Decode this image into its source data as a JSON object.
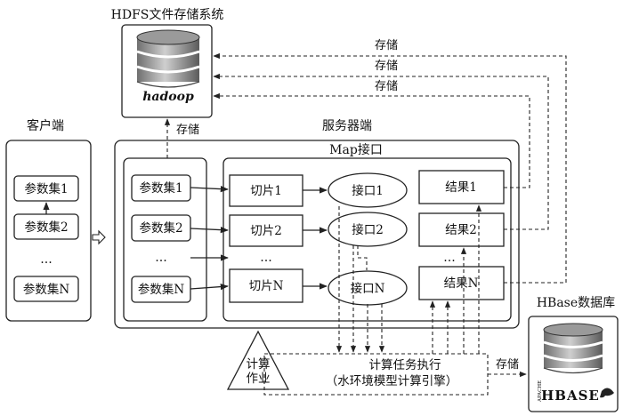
{
  "hdfs": {
    "title": "HDFS文件存储系统",
    "logo": "hadoop"
  },
  "client": {
    "title": "客户端",
    "items": [
      "参数集1",
      "参数集2",
      "…",
      "参数集N"
    ]
  },
  "server": {
    "title": "服务器端",
    "map_title": "Map接口",
    "params": [
      "参数集1",
      "参数集2",
      "…",
      "参数集N"
    ],
    "slices": [
      "切片1",
      "切片2",
      "…",
      "切片N"
    ],
    "interfaces": [
      "接口1",
      "接口2",
      "接口N"
    ],
    "results": [
      "结果1",
      "结果2",
      "…",
      "结果N"
    ]
  },
  "storage_labels": {
    "top1": "存储",
    "top2": "存储",
    "top3": "存储",
    "server_to_hdfs": "存储",
    "compute_to_hbase": "存储"
  },
  "compute_job": {
    "line1": "计算",
    "line2": "作业"
  },
  "compute_task": {
    "line1": "计算任务执行",
    "line2": "（水环境模型计算引擎）"
  },
  "hbase": {
    "title": "HBase数据库",
    "vertical_text": "APACHE",
    "logo": "HBASE"
  }
}
